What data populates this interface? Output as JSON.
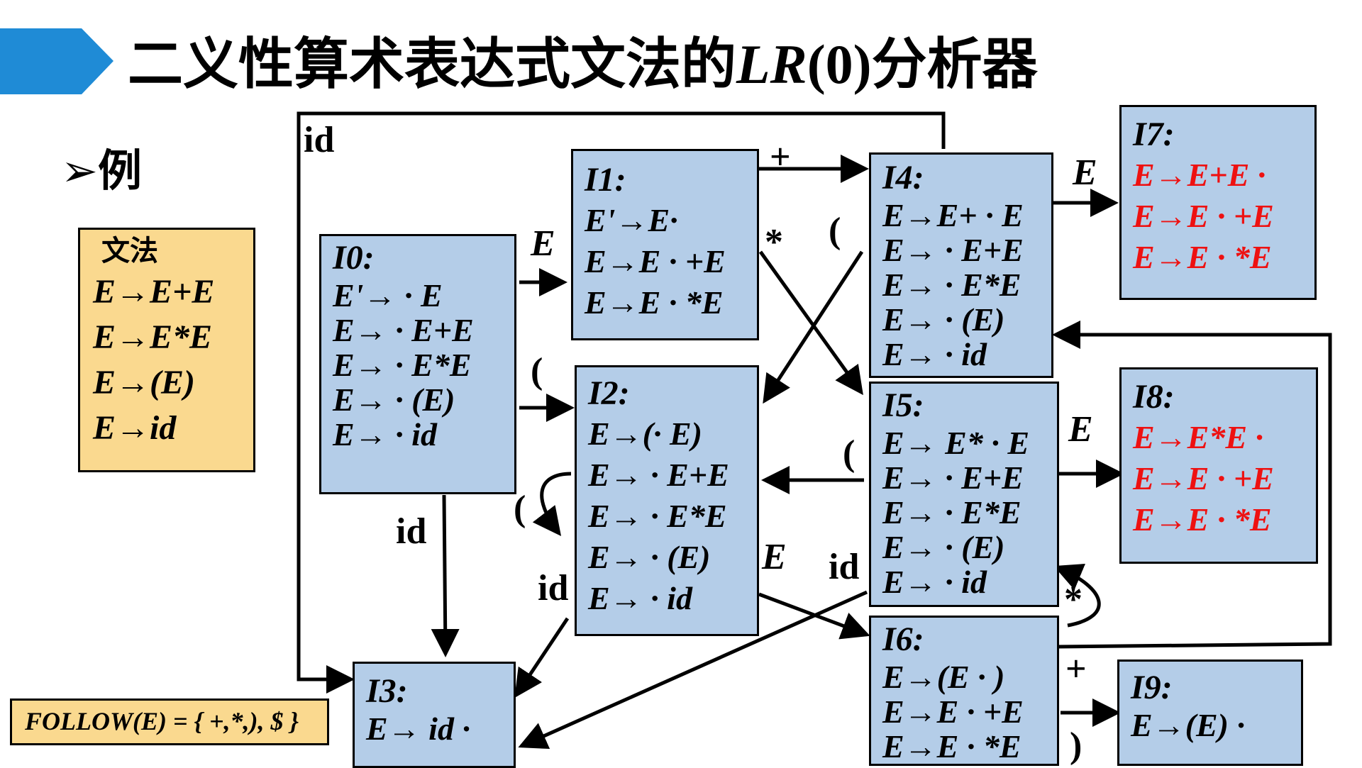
{
  "title": {
    "prefix": "二义性算术表达式文法的",
    "lr": "LR",
    "suffix_num": "(0)",
    "suffix": "分析器"
  },
  "example_label": "➢例",
  "grammar": {
    "title": "文法",
    "rules": [
      "E→E+E",
      "E→E*E",
      "E→(E)",
      "E→id"
    ]
  },
  "follow": "FOLLOW(E) = { +,*,), $ }",
  "states": {
    "I0": {
      "name": "I0:",
      "items": [
        "E'→ · E",
        "E→ · E+E",
        "E→ · E*E",
        "E→ · (E)",
        "E→ · id"
      ]
    },
    "I1": {
      "name": "I1:",
      "items": [
        "E'→E·",
        "E→E · +E",
        "E→E · *E"
      ]
    },
    "I2": {
      "name": "I2:",
      "items": [
        "E→(· E)",
        "E→ · E+E",
        "E→ · E*E",
        "E→ · (E)",
        "E→ · id"
      ]
    },
    "I3": {
      "name": "I3:",
      "items": [
        "E→ id ·"
      ]
    },
    "I4": {
      "name": "I4:",
      "items": [
        "E→E+ · E",
        "E→ · E+E",
        "E→ · E*E",
        "E→ · (E)",
        "E→ · id"
      ]
    },
    "I5": {
      "name": "I5:",
      "items": [
        "E→ E* · E",
        "E→ · E+E",
        "E→ · E*E",
        "E→ · (E)",
        "E→ · id"
      ]
    },
    "I6": {
      "name": "I6:",
      "items": [
        "E→(E · )",
        "E→E · +E",
        "E→E · *E"
      ]
    },
    "I7": {
      "name": "I7:",
      "items": [
        "E→E+E ·",
        "E→E · +E",
        "E→E · *E"
      ]
    },
    "I8": {
      "name": "I8:",
      "items": [
        "E→E*E ·",
        "E→E · +E",
        "E→E · *E"
      ]
    },
    "I9": {
      "name": "I9:",
      "items": [
        "E→(E) ·"
      ]
    }
  },
  "edge_labels": {
    "id_top": "id",
    "E_0_1": "E",
    "lparen_0_2": "(",
    "id_0_3": "id",
    "lparen_2_2": "(",
    "id_2_3": "id",
    "E_2_6": "E",
    "plus_1_4": "+",
    "star_1_5": "*",
    "lparen_4_2": "(",
    "lparen_5_2": "(",
    "id_4_3": "id",
    "E_4_7": "E",
    "E_5_8": "E",
    "star_6_5": "*",
    "plus_6_4": "+",
    "rparen_6_9": ")"
  },
  "colors": {
    "banner": "#1f8bd6",
    "state_fill": "#b4cde8",
    "grammar_fill": "#fad98f",
    "highlight": "#ee1111"
  }
}
